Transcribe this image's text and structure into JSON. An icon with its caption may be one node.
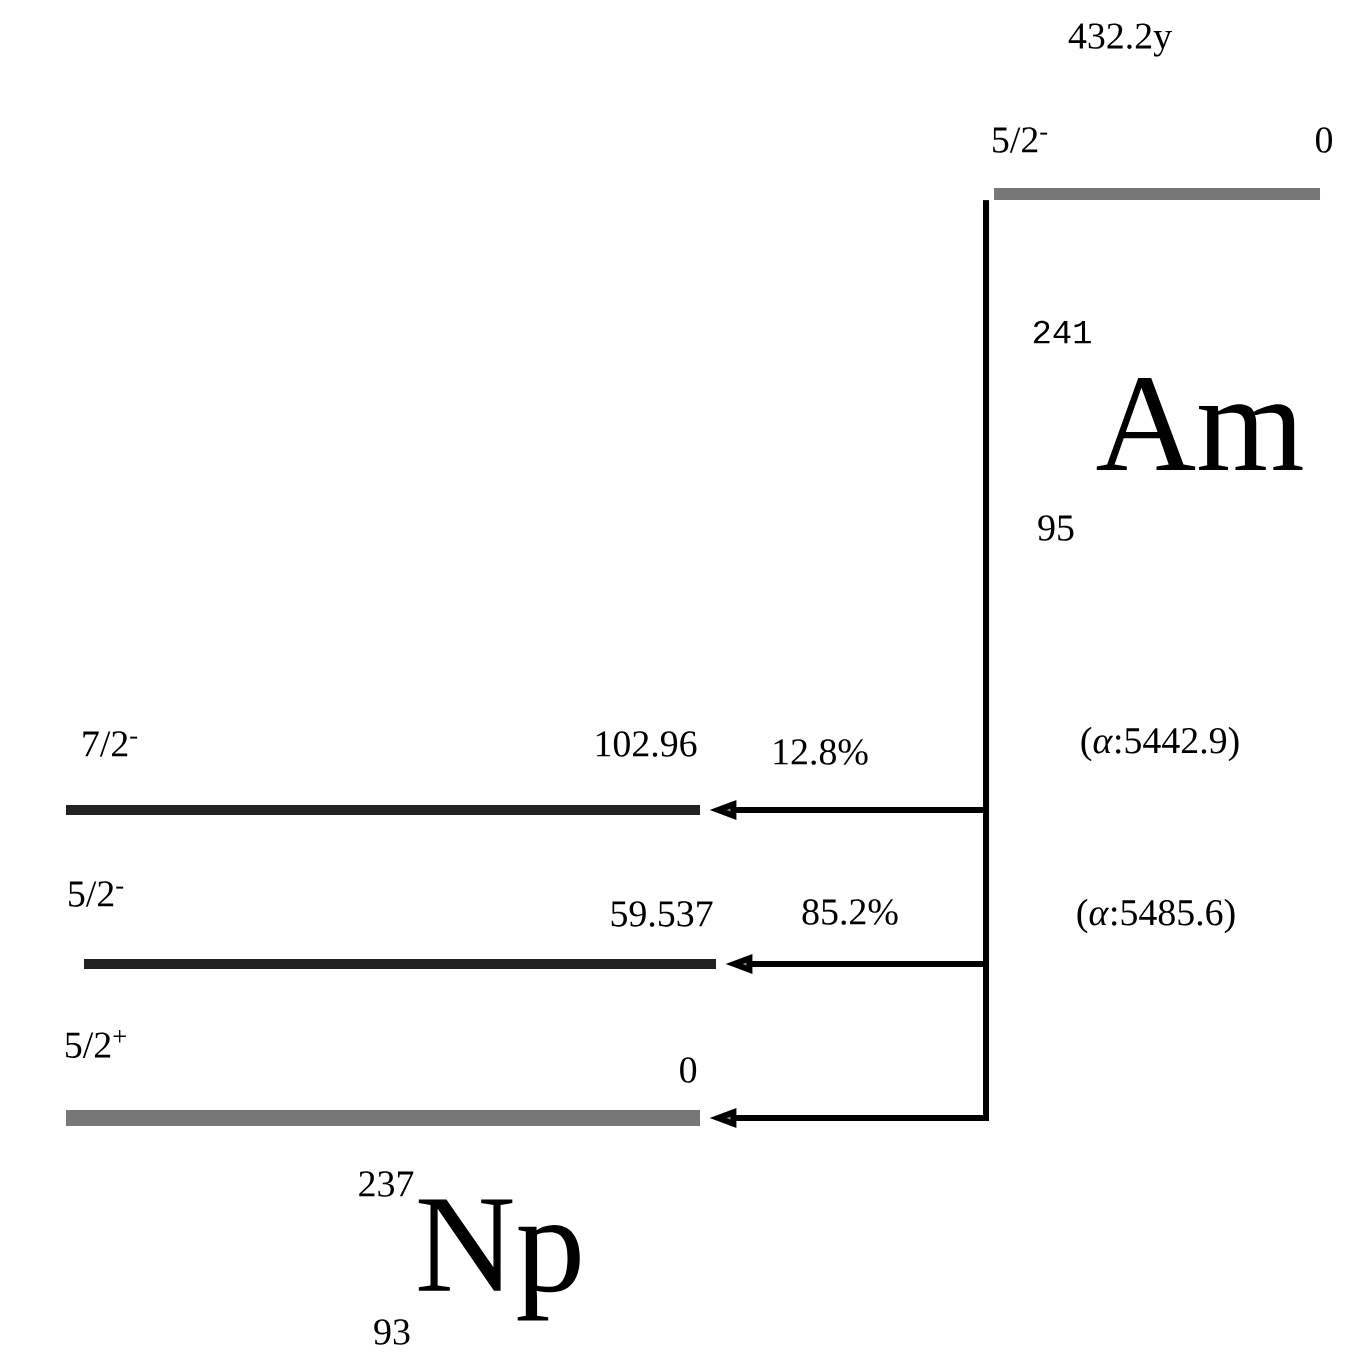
{
  "diagram": {
    "nodes": [
      {
        "text": [],
        "shape": "bar",
        "beside": [
          "432.2y",
          "5/2$^{-}$",
          "0"
        ]
      },
      {
        "text": [],
        "shape": "bar",
        "beside": [
          "7/2$^{-}$",
          "102.96"
        ]
      },
      {
        "text": [],
        "shape": "bar",
        "beside": [
          "5/2$^{-}$",
          "59.537"
        ]
      },
      {
        "text": [],
        "shape": "bar",
        "beside": [
          "5/2$^{+}$",
          "0"
        ]
      }
    ],
    "edges": [
      {
        "from": 0,
        "to": 1,
        "arrow": "to",
        "label": "12.8%"
      },
      {
        "from": 0,
        "to": 2,
        "arrow": "to",
        "label": "85.2%"
      },
      {
        "from": 0,
        "to": 3,
        "arrow": "to"
      }
    ],
    "labels": [
      "241",
      "Am",
      "95",
      "(*α*:5442.9)",
      "(*α*:5485.6)",
      "237",
      "Np",
      "93"
    ]
  }
}
